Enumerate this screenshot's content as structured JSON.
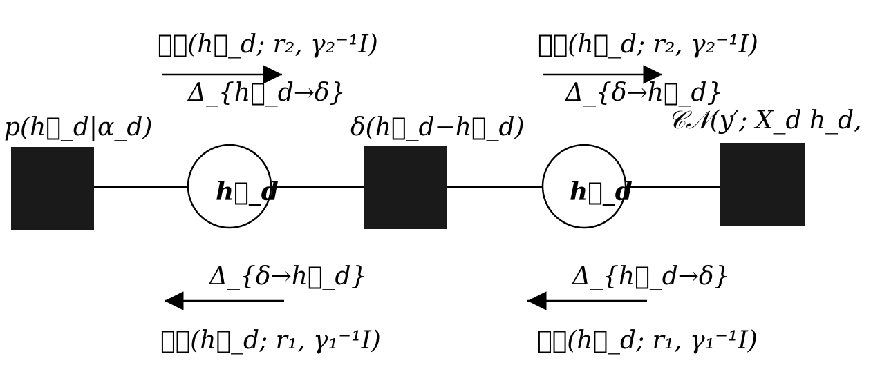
{
  "diagram": {
    "labels": {
      "top_left_msg": "𝒞𝒩(h⃖_d; r₂, γ₂⁻¹I)",
      "top_left_delta": "Δ_{h⃖_d→δ}",
      "top_right_msg": "𝒞𝒩(h⃗_d; r₂, γ₂⁻¹I)",
      "top_right_delta": "Δ_{δ→h⃗_d}",
      "bottom_left_delta": "Δ_{δ→h⃖_d}",
      "bottom_left_msg": "𝒞𝒩(h⃖_d; r₁, γ₁⁻¹I)",
      "bottom_right_delta": "Δ_{h⃗_d→δ}",
      "bottom_right_msg": "𝒞𝒩(h⃗_d; r₁, γ₁⁻¹I)",
      "factor_prior": "p(h⃖_d|α_d)",
      "factor_delta": "δ(h⃖_d−h⃗_d)",
      "factor_likelihood": "𝒞𝒩(y′; X_d h_d, γI)",
      "var_left": "h⃖_d",
      "var_right": "h⃗_d"
    },
    "colors": {
      "ink": "#000000",
      "fill_factor": "#1a1a1a",
      "bg": "#ffffff"
    }
  }
}
